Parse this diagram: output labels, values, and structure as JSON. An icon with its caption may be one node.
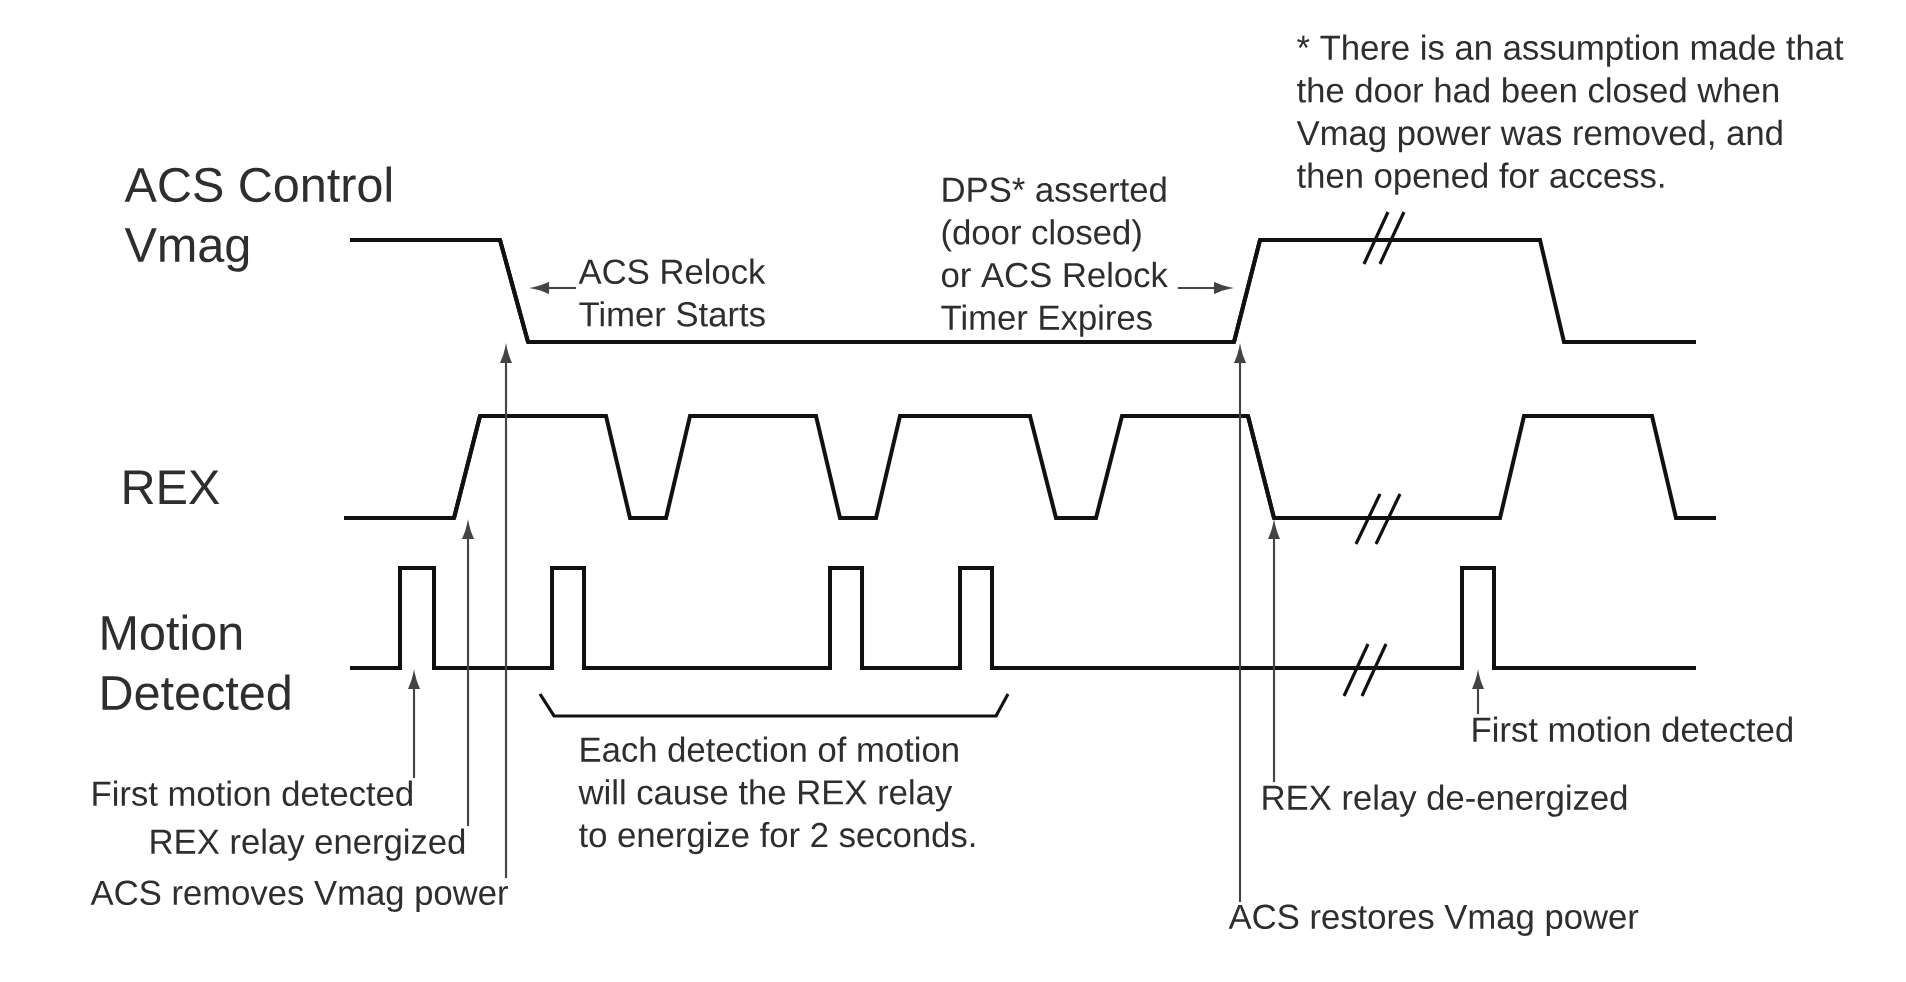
{
  "diagram": {
    "nodes": [
      {
        "text": [
          "DPS* asserted (door closed) or ACS Relock Timer Expires"
        ]
      },
      {
        "text": [],
        "shape": "line"
      },
      {
        "text": [],
        "shape": "line"
      },
      {
        "text": [
          "ACS Relock Timer Starts"
        ]
      },
      {
        "text": [],
        "shape": "line"
      },
      {
        "text": [],
        "shape": "line"
      },
      {
        "text": [],
        "shape": "line"
      },
      {
        "text": [],
        "shape": "line"
      },
      {
        "text": [
          "First motion detected"
        ]
      },
      {
        "text": [
          "First motion detected"
        ]
      },
      {
        "text": [
          "REX relay de-energized"
        ]
      },
      {
        "text": [
          "REX relay energized"
        ]
      },
      {
        "text": [
          "ACS removes Vmag power"
        ]
      },
      {
        "text": [
          "ACS restores Vmag power"
        ]
      }
    ],
    "edges": [
      {
        "from": 3,
        "to": 1,
        "arrow": "to"
      },
      {
        "from": 0,
        "to": 2,
        "arrow": "to"
      },
      {
        "from": 9,
        "to": 6,
        "arrow": "to"
      },
      {
        "from": 11,
        "to": 4,
        "arrow": "to"
      },
      {
        "from": 12,
        "to": 1,
        "arrow": "to"
      },
      {
        "from": 8,
        "to": 7,
        "arrow": "to"
      },
      {
        "from": 10,
        "to": 5,
        "arrow": "to"
      },
      {
        "from": 13,
        "to": 2,
        "arrow": "to"
      }
    ],
    "labels": [
      "* There is an assumption made that the door had been closed when Vmag power was removed, and then opened for access.",
      "ACS Control Vmag",
      "REX",
      "Motion Detected",
      "Each detection of motion will cause the REX relay to energize for 2 seconds."
    ]
  }
}
